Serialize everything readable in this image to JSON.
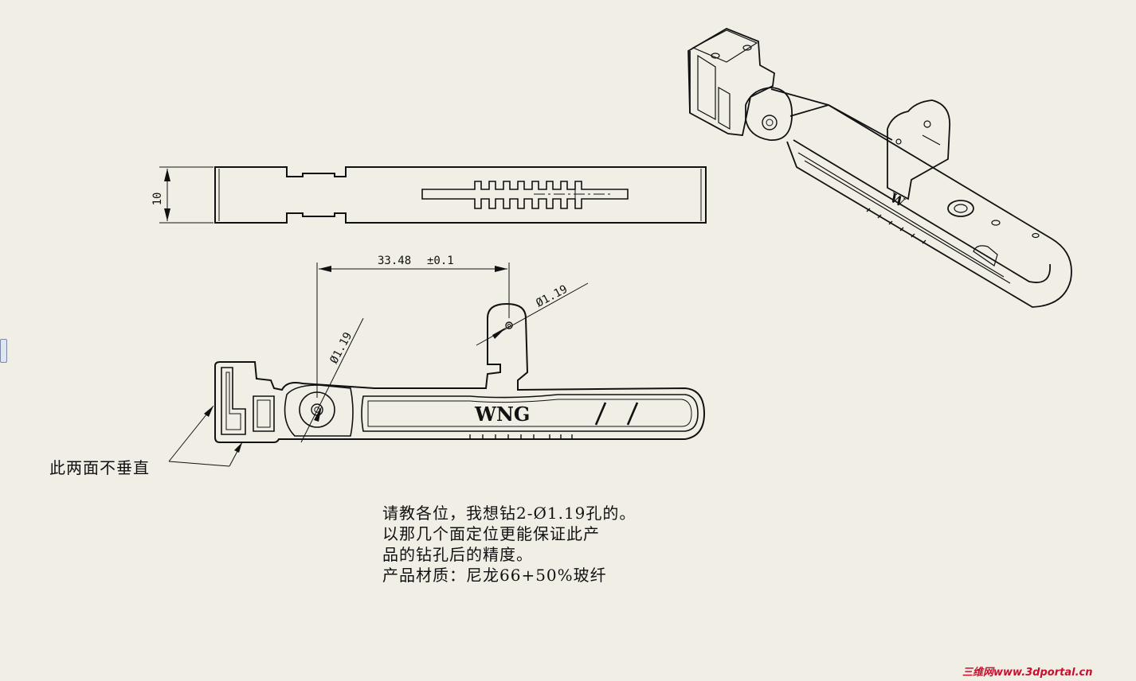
{
  "drawing": {
    "dimensions": {
      "height": "10",
      "length": "33.48",
      "tolerance": "±0.1",
      "hole_left": "Ø1.19",
      "hole_right": "Ø1.19"
    },
    "part_marking": "WNG",
    "callout": "此两面不垂直",
    "note_lines": [
      "请教各位，我想钻2-Ø1.19孔的。",
      "以那几个面定位更能保证此产",
      "品的钻孔后的精度。",
      "产品材质：尼龙66+50%玻纤"
    ]
  },
  "watermark": "三维网www.3dportal.cn",
  "colors": {
    "paper": "#f1eee6",
    "line": "#111111",
    "watermark": "#c8102e"
  }
}
